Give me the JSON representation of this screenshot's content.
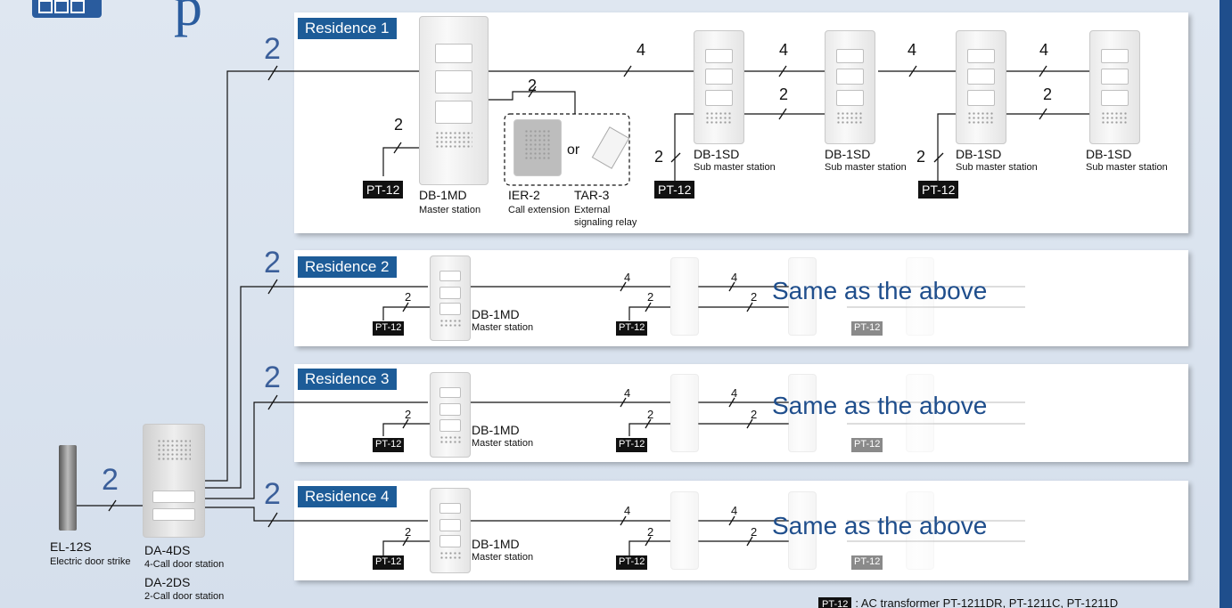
{
  "header": {
    "title_fragment": "p"
  },
  "residences": [
    {
      "label": "Residence 1"
    },
    {
      "label": "Residence 2",
      "same": "Same as the above"
    },
    {
      "label": "Residence 3",
      "same": "Same as the above"
    },
    {
      "label": "Residence 4",
      "same": "Same as the above"
    }
  ],
  "devices": {
    "master": {
      "name": "DB-1MD",
      "desc": "Master station"
    },
    "sub": {
      "name": "DB-1SD",
      "desc": "Sub master station"
    },
    "ier": {
      "name": "IER-2",
      "desc": "Call extension"
    },
    "tar": {
      "name": "TAR-3",
      "desc1": "External",
      "desc2": "signaling relay"
    },
    "or_label": "or",
    "strike": {
      "name": "EL-12S",
      "desc": "Electric door strike"
    },
    "door4": {
      "name": "DA-4DS",
      "desc": "4-Call door station"
    },
    "door2": {
      "name": "DA-2DS",
      "desc": "2-Call door station"
    }
  },
  "transformer_label": "PT-12",
  "wire_counts": {
    "two": "2",
    "four": "4"
  },
  "footer": {
    "note": ": AC transformer PT-1211DR, PT-1211C, PT-1211D"
  }
}
